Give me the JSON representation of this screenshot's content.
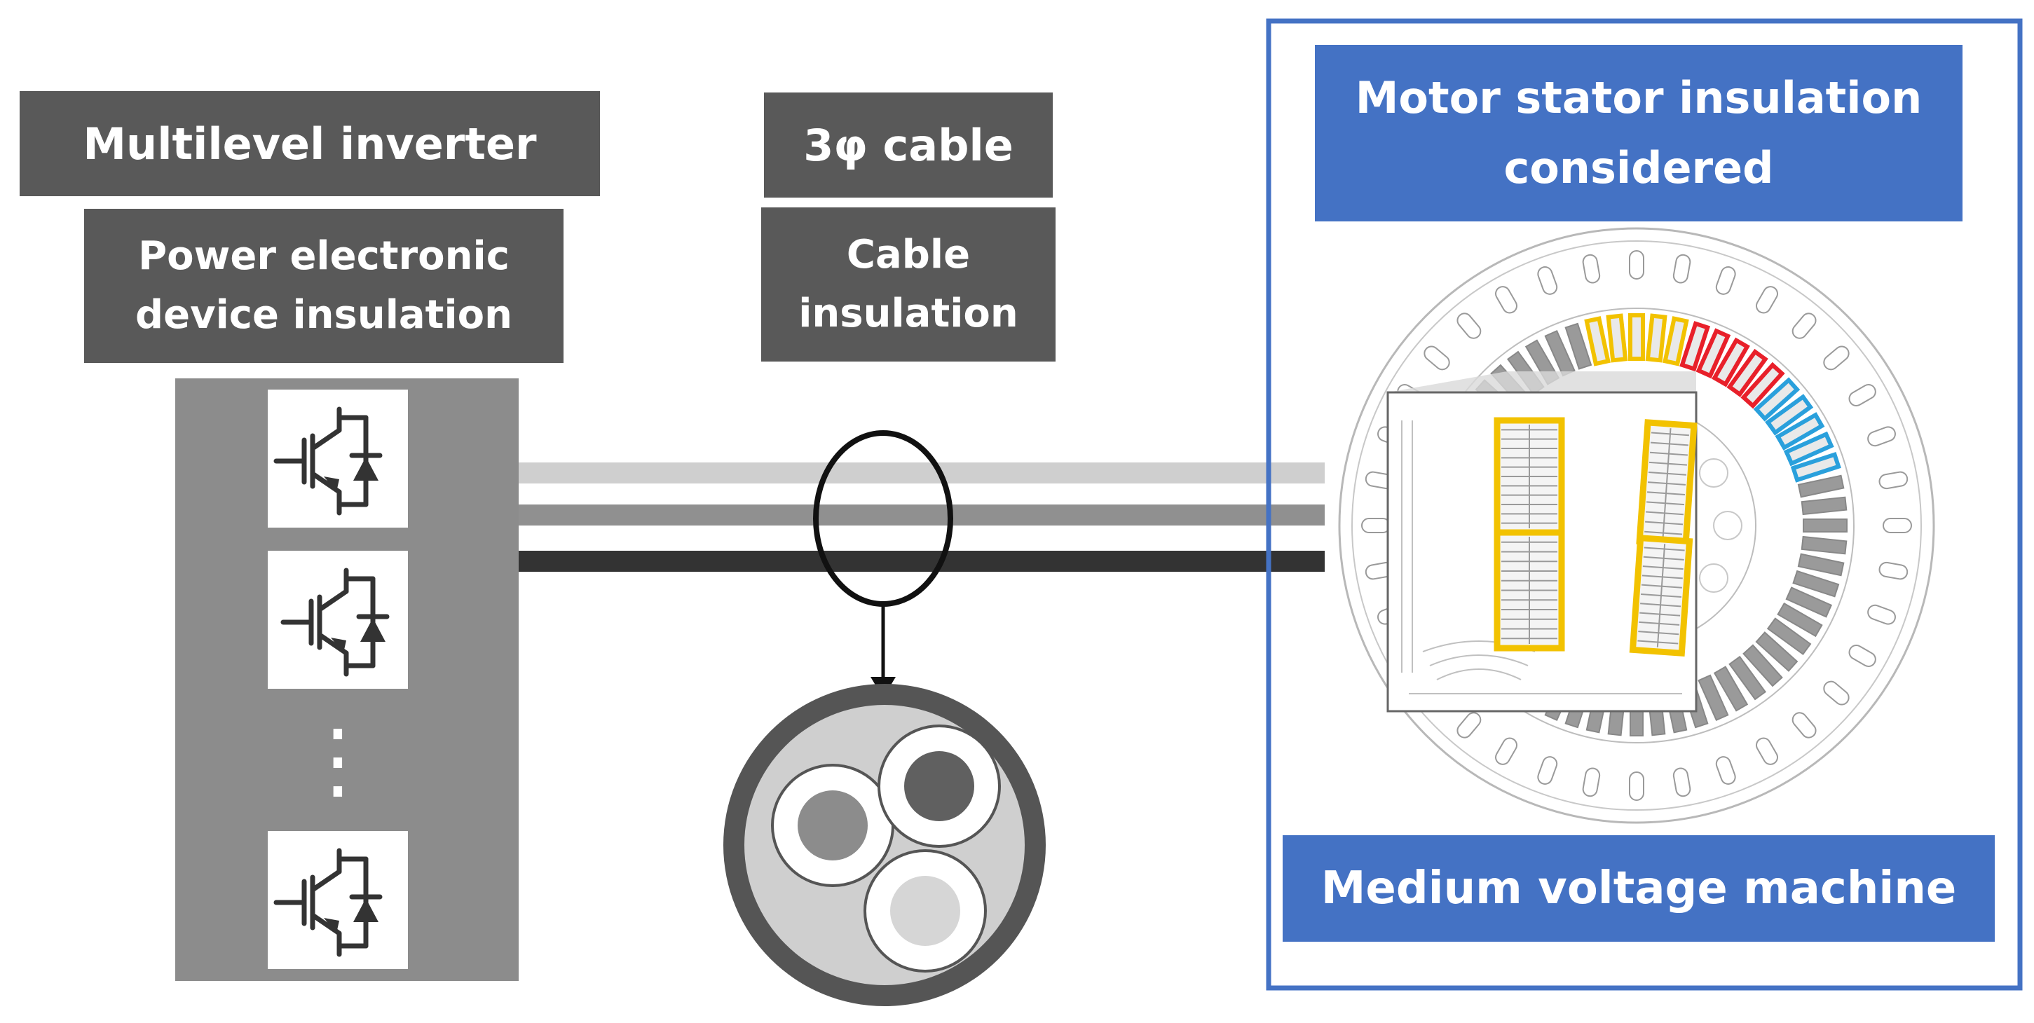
{
  "inverter": {
    "title": "Multilevel inverter",
    "subtitle_line1": "Power electronic",
    "subtitle_line2": "device insulation",
    "ellipsis": "⋮"
  },
  "cable": {
    "title": "3φ cable",
    "subtitle_line1": "Cable",
    "subtitle_line2": "insulation"
  },
  "motor": {
    "title_line1": "Motor stator insulation",
    "title_line2": "considered",
    "footer": "Medium voltage machine"
  },
  "icons": {
    "igbt": "igbt-diode-icon"
  },
  "colors": {
    "label_dark": "#595959",
    "accent_blue": "#4472c4",
    "module_gray": "#8c8c8c",
    "wire_light": "#cfcfcf",
    "wire_mid": "#909090",
    "wire_dark": "#333333",
    "coil_yellow": "#f2c200",
    "coil_red": "#e8202a",
    "coil_blue": "#2aa0dc"
  }
}
